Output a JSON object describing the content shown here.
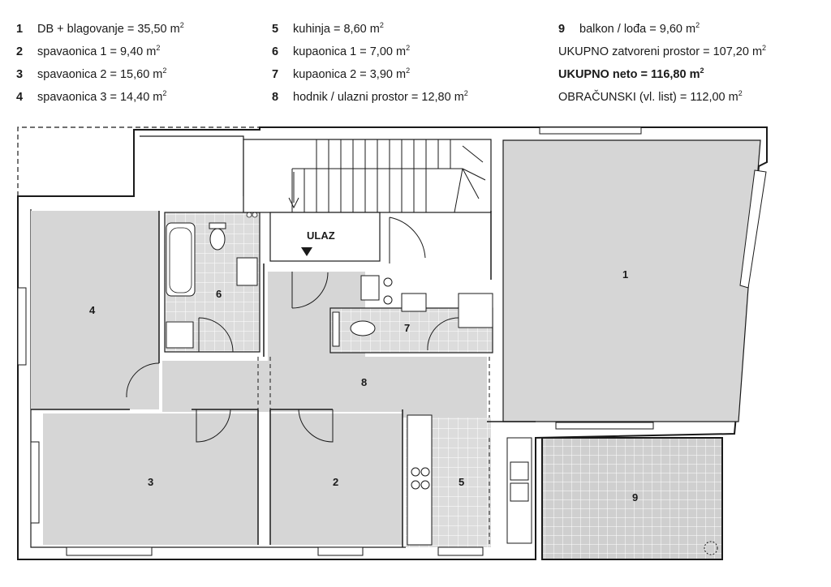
{
  "legend": {
    "col1": [
      {
        "num": "1",
        "text": "DB + blagovanje = 35,50 m",
        "sup": "2"
      },
      {
        "num": "2",
        "text": "spavaonica 1 = 9,40 m",
        "sup": "2"
      },
      {
        "num": "3",
        "text": "spavaonica 2 = 15,60 m",
        "sup": "2"
      },
      {
        "num": "4",
        "text": "spavaonica 3 = 14,40 m",
        "sup": "2"
      }
    ],
    "col2": [
      {
        "num": "5",
        "text": "kuhinja = 8,60 m",
        "sup": "2"
      },
      {
        "num": "6",
        "text": "kupaonica 1 = 7,00 m",
        "sup": "2"
      },
      {
        "num": "7",
        "text": "kupaonica 2 = 3,90 m",
        "sup": "2"
      },
      {
        "num": "8",
        "text": "hodnik / ulazni prostor = 12,80 m",
        "sup": "2"
      }
    ],
    "col3": [
      {
        "num": "9",
        "text": "balkon / lođa = 9,60 m",
        "sup": "2"
      },
      {
        "num": "",
        "text": "UKUPNO zatvoreni prostor = 107,20 m",
        "sup": "2"
      },
      {
        "num": "",
        "text": "UKUPNO neto = 116,80 m",
        "sup": "2",
        "bold": true
      },
      {
        "num": "",
        "text": "OBRAČUNSKI (vl. list) = 112,00 m",
        "sup": "2"
      }
    ]
  },
  "plan": {
    "entrance_label": "ULAZ",
    "room_labels": {
      "r1": "1",
      "r2": "2",
      "r3": "3",
      "r4": "4",
      "r5": "5",
      "r6": "6",
      "r7": "7",
      "r8": "8",
      "r9": "9"
    },
    "colors": {
      "wall": "#1a1a1a",
      "room_fill": "#d6d6d6",
      "tile_fill": "#dcdcdc",
      "balcony_fill": "#cfcfcf"
    }
  }
}
